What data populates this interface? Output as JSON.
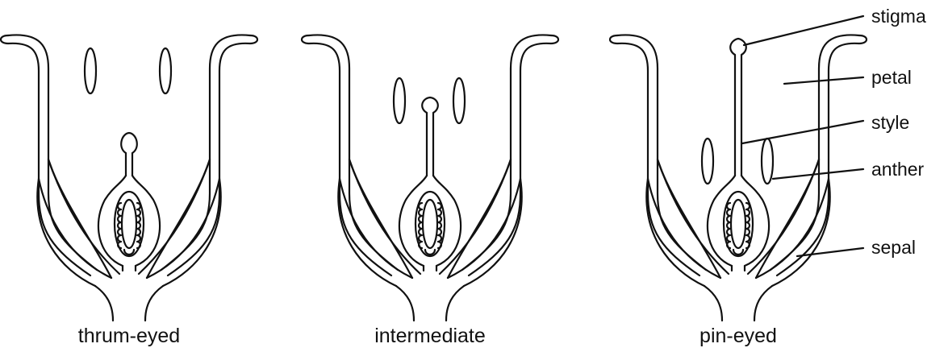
{
  "figure": {
    "flowers": [
      {
        "caption": "thrum-eyed",
        "style_length": "short",
        "anther_position": "high"
      },
      {
        "caption": "intermediate",
        "style_length": "medium",
        "anther_position": "medium"
      },
      {
        "caption": "pin-eyed",
        "style_length": "long",
        "anther_position": "low"
      }
    ],
    "labels": {
      "stigma": "stigma",
      "petal": "petal",
      "style": "style",
      "anther": "anther",
      "sepal": "sepal"
    },
    "colors": {
      "line": "#111111",
      "background": "#ffffff"
    }
  }
}
